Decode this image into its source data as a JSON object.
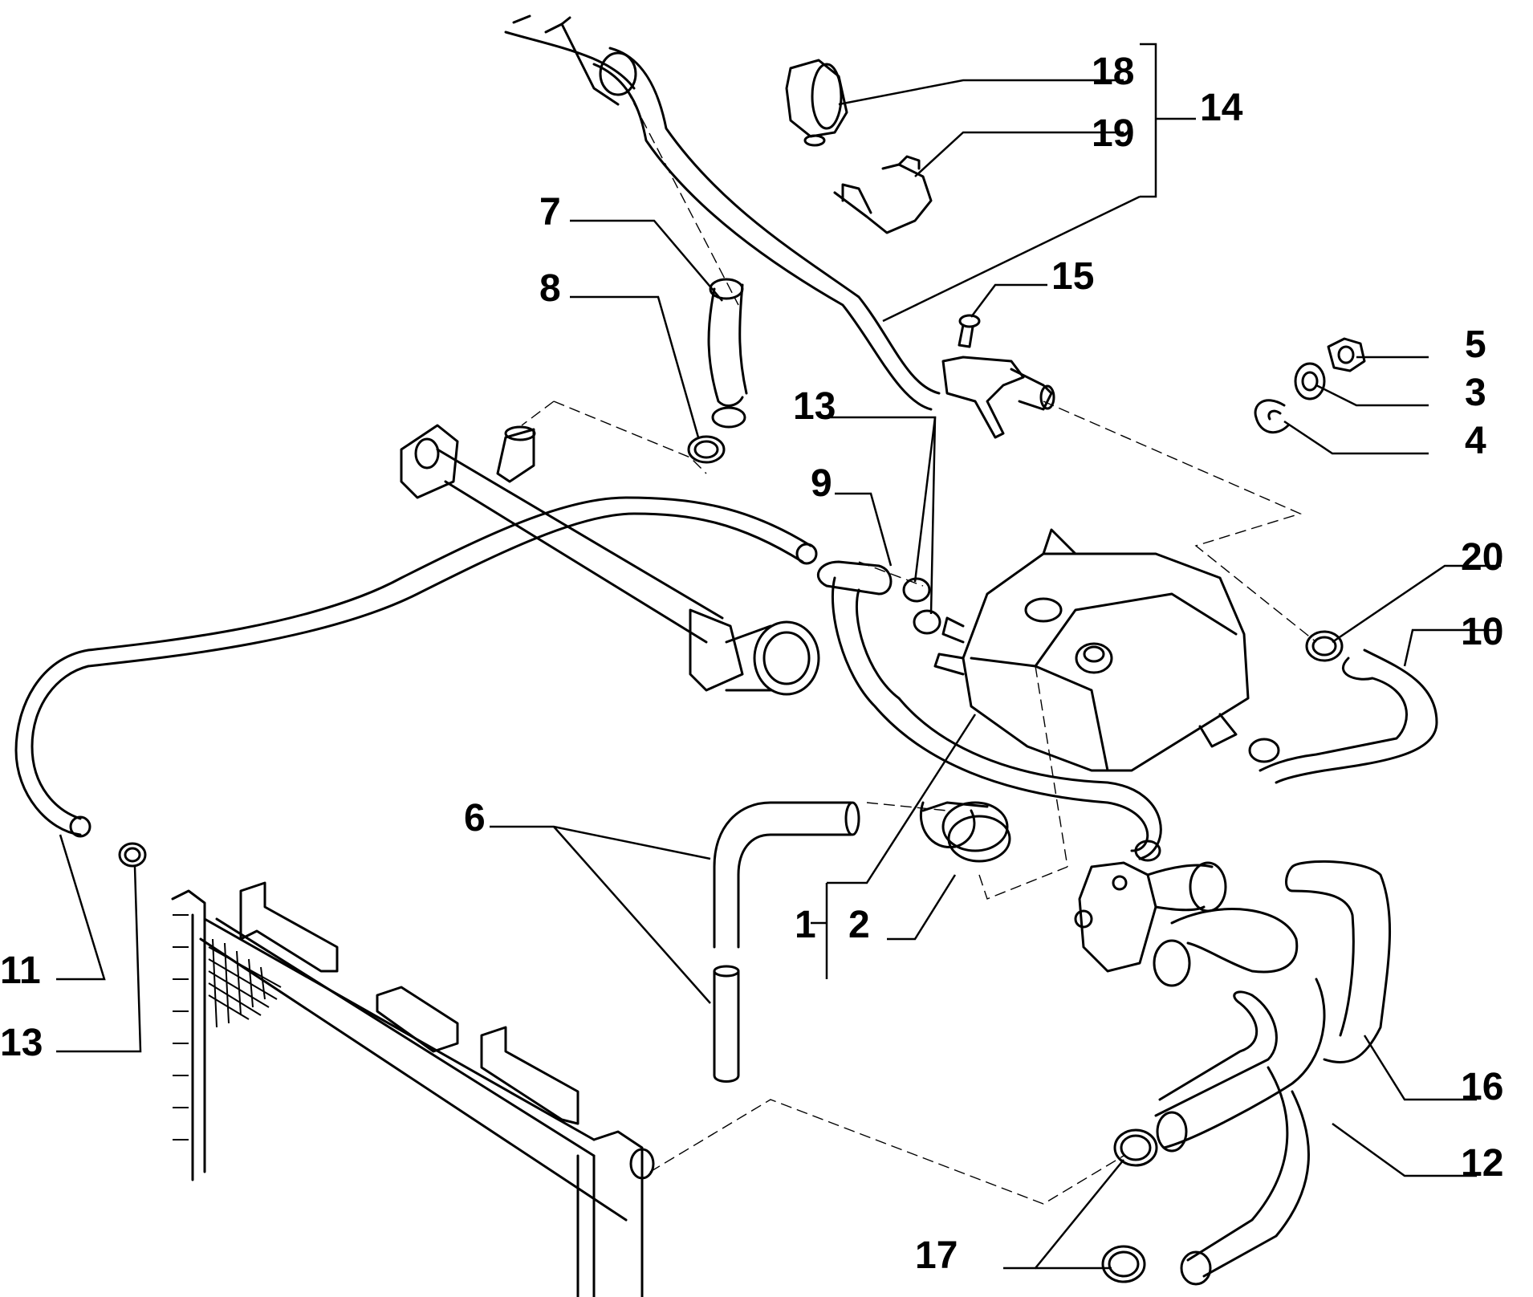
{
  "diagram": {
    "colors": {
      "line": "#000000",
      "background": "#ffffff"
    },
    "callouts": [
      {
        "id": "c1",
        "label": "1"
      },
      {
        "id": "c2",
        "label": "2"
      },
      {
        "id": "c3",
        "label": "3"
      },
      {
        "id": "c4",
        "label": "4"
      },
      {
        "id": "c5",
        "label": "5"
      },
      {
        "id": "c6",
        "label": "6"
      },
      {
        "id": "c7",
        "label": "7"
      },
      {
        "id": "c8",
        "label": "8"
      },
      {
        "id": "c9",
        "label": "9"
      },
      {
        "id": "c10",
        "label": "10"
      },
      {
        "id": "c11",
        "label": "11"
      },
      {
        "id": "c12",
        "label": "12"
      },
      {
        "id": "c13a",
        "label": "13"
      },
      {
        "id": "c13b",
        "label": "13"
      },
      {
        "id": "c14",
        "label": "14"
      },
      {
        "id": "c15",
        "label": "15"
      },
      {
        "id": "c16",
        "label": "16"
      },
      {
        "id": "c17",
        "label": "17"
      },
      {
        "id": "c18",
        "label": "18"
      },
      {
        "id": "c19",
        "label": "19"
      },
      {
        "id": "c20",
        "label": "20"
      }
    ]
  }
}
